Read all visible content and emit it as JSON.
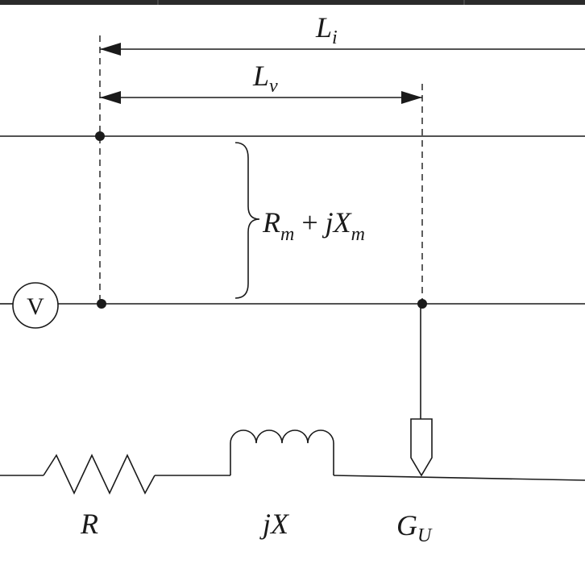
{
  "labels": {
    "li_main": "L",
    "li_sub": "i",
    "lv_main": "L",
    "lv_sub": "v",
    "rm_main": "R",
    "rm_sub": "m",
    "plus": " + ",
    "jxm_j": "j",
    "jxm_main": "X",
    "jxm_sub": "m",
    "voltmeter": "V",
    "r": "R",
    "jx": "jX",
    "gu_main": "G",
    "gu_sub": "U"
  }
}
